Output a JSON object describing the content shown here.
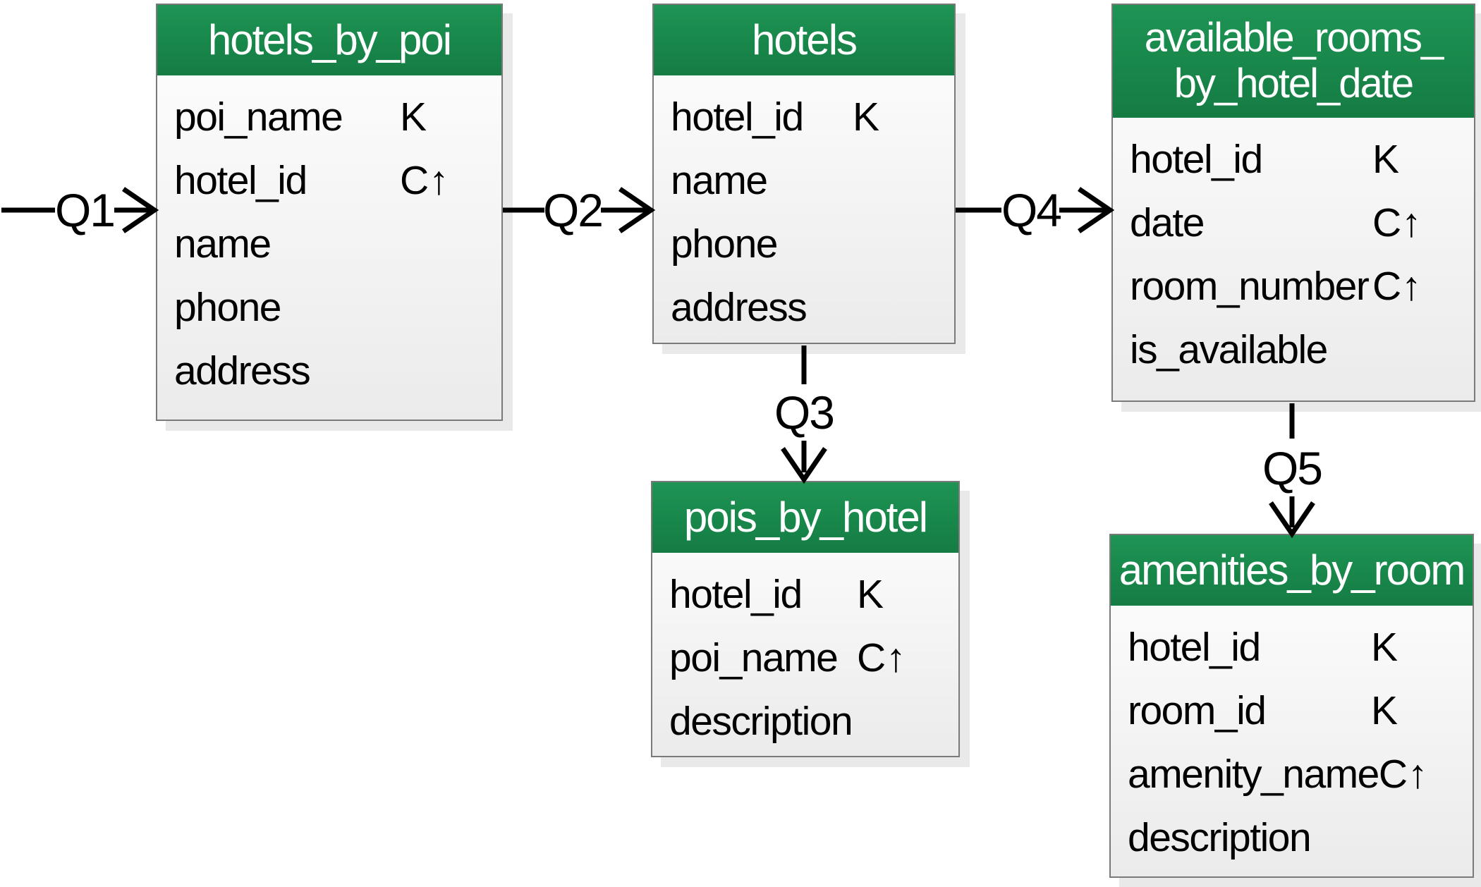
{
  "tables": [
    {
      "title": "hotels_by_poi",
      "columns": [
        {
          "name": "poi_name",
          "key": "K"
        },
        {
          "name": "hotel_id",
          "key": "C↑"
        },
        {
          "name": "name",
          "key": ""
        },
        {
          "name": "phone",
          "key": ""
        },
        {
          "name": "address",
          "key": ""
        }
      ]
    },
    {
      "title": "hotels",
      "columns": [
        {
          "name": "hotel_id",
          "key": "K"
        },
        {
          "name": "name",
          "key": ""
        },
        {
          "name": "phone",
          "key": ""
        },
        {
          "name": "address",
          "key": ""
        }
      ]
    },
    {
      "title": "pois_by_hotel",
      "columns": [
        {
          "name": "hotel_id",
          "key": "K"
        },
        {
          "name": "poi_name",
          "key": "C↑"
        },
        {
          "name": "description",
          "key": ""
        }
      ]
    },
    {
      "title": "available_rooms_\nby_hotel_date",
      "columns": [
        {
          "name": "hotel_id",
          "key": "K"
        },
        {
          "name": "date",
          "key": "C↑"
        },
        {
          "name": "room_number",
          "key": "C↑"
        },
        {
          "name": "is_available",
          "key": ""
        }
      ]
    },
    {
      "title": "amenities_by_room",
      "columns": [
        {
          "name": "hotel_id",
          "key": "K"
        },
        {
          "name": "room_id",
          "key": "K"
        },
        {
          "name": "amenity_name",
          "key": "C↑"
        },
        {
          "name": "description",
          "key": ""
        }
      ]
    }
  ],
  "queries": [
    {
      "label": "Q1"
    },
    {
      "label": "Q2"
    },
    {
      "label": "Q3"
    },
    {
      "label": "Q4"
    },
    {
      "label": "Q5"
    }
  ],
  "key_symbols": {
    "partition_key": "K",
    "clustering_column_asc": "C↑"
  },
  "colors": {
    "header_green": "#19894c",
    "table_border": "#7a7a7a",
    "arrow_black": "#000000",
    "body_gradient_top": "#ffffff",
    "body_gradient_bottom": "#ebebeb",
    "shadow_gray": "#e9e9e9"
  }
}
